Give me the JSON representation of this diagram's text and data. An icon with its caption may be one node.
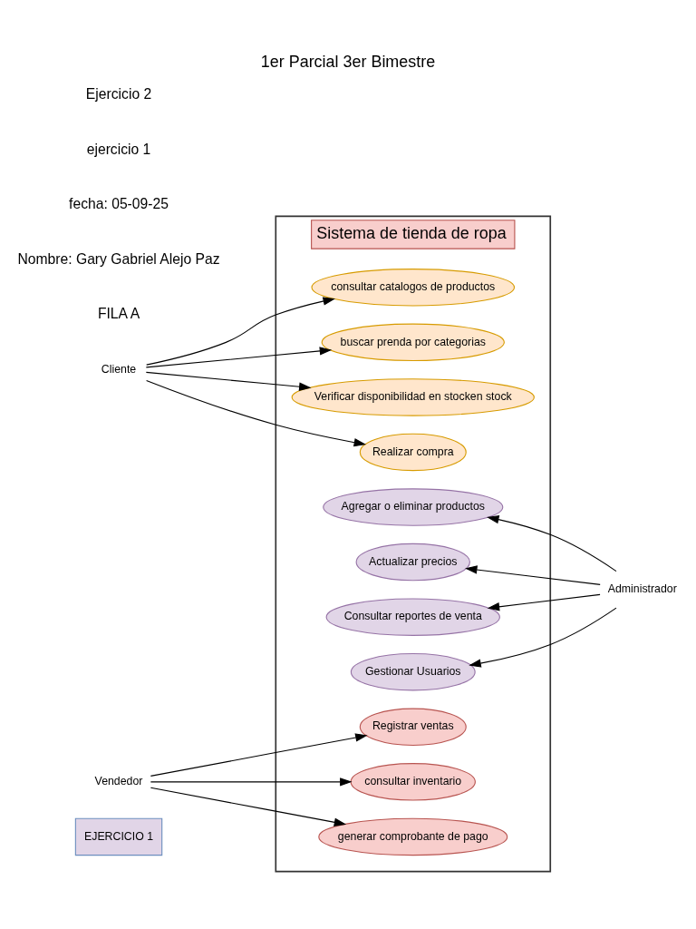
{
  "diagram": {
    "title": "1er Parcial 3er Bimestre",
    "nodes": [
      {
        "text": [
          "EJERCICIO 1"
        ]
      },
      {
        "text": [
          "Sistema de tienda de ropa"
        ]
      },
      {
        "text": [
          "Cliente"
        ]
      },
      {
        "text": [
          "consultar catalogos de productos"
        ],
        "in": 1
      },
      {
        "text": [
          "buscar prenda por categorias"
        ],
        "in": 1
      },
      {
        "text": [
          "Verificar disponibilidad en stocken stock"
        ],
        "in": 1
      },
      {
        "text": [
          "Realizar compra"
        ],
        "in": 1
      },
      {
        "text": [
          "Agregar o eliminar productos"
        ],
        "in": 1
      },
      {
        "text": [
          "Actualizar precios"
        ],
        "in": 1
      },
      {
        "text": [
          "Consultar reportes de venta"
        ],
        "in": 1
      },
      {
        "text": [
          "Gestionar Usuarios"
        ],
        "in": 1
      },
      {
        "text": [
          "Registrar ventas"
        ],
        "in": 1
      },
      {
        "text": [
          "consultar inventario"
        ],
        "in": 1
      },
      {
        "text": [
          "generar comprobante de pago"
        ],
        "in": 1
      },
      {
        "text": [
          "Vendedor"
        ]
      },
      {
        "text": [
          "Administrador"
        ]
      }
    ],
    "edges": [
      {
        "from": 2,
        "to": 3,
        "arrow": "to"
      },
      {
        "from": 2,
        "to": 4,
        "arrow": "to"
      },
      {
        "from": 2,
        "to": 5,
        "arrow": "to"
      },
      {
        "from": 2,
        "to": 6,
        "arrow": "to"
      },
      {
        "from": 15,
        "to": 7,
        "arrow": "to"
      },
      {
        "from": 15,
        "to": 8,
        "arrow": "to"
      },
      {
        "from": 15,
        "to": 9,
        "arrow": "to"
      },
      {
        "from": 15,
        "to": 10,
        "arrow": "to"
      },
      {
        "from": 14,
        "to": 11,
        "arrow": "to"
      },
      {
        "from": 14,
        "to": 12,
        "arrow": "to"
      },
      {
        "from": 14,
        "to": 13,
        "arrow": "to"
      }
    ],
    "labels": [
      "FILA A",
      "Nombre: Gary Gabriel Alejo Paz",
      "fecha: 05-09-25",
      "ejercicio 1",
      "Ejercicio 2"
    ]
  }
}
